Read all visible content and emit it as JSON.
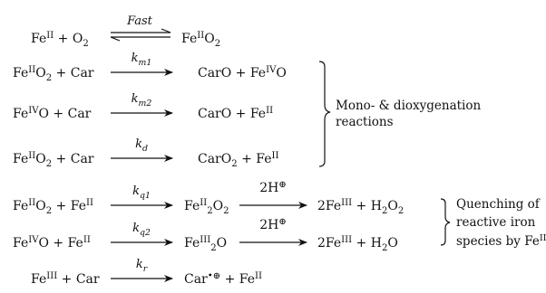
{
  "equations": [
    {
      "id": "r1",
      "left": "Fe^{II} + O_2",
      "label": "Fast",
      "label_italic": true,
      "arrow": "equilibrium",
      "right": "Fe^{II}O_2"
    },
    {
      "id": "r2",
      "left": "Fe^{II}O_2 + Car",
      "label": "k_{m1}",
      "arrow": "forward",
      "right": "CarO + Fe^{IV}O"
    },
    {
      "id": "r3",
      "left": "Fe^{IV}O + Car",
      "label": "k_{m2}",
      "arrow": "forward",
      "right": "CarO + Fe^{II}"
    },
    {
      "id": "r4",
      "left": "Fe^{II}O_2 + Car",
      "label": "k_{d}",
      "arrow": "forward",
      "right": "CarO_2 + Fe^{II}"
    },
    {
      "id": "r5",
      "left": "Fe^{II}O_2 + Fe^{II}",
      "label": "k_{q1}",
      "arrow": "forward",
      "mid": "Fe^{II}_2O_2",
      "label2": "2H^⊕",
      "right": "2Fe^{III} + H_2O_2"
    },
    {
      "id": "r6",
      "left": "Fe^{IV}O + Fe^{II}",
      "label": "k_{q2}",
      "arrow": "forward",
      "mid": "Fe^{III}_2O",
      "label2": "2H^⊕",
      "right": "2Fe^{III} + H_2O"
    },
    {
      "id": "r7",
      "left": "Fe^{III} + Car",
      "label": "k_{r}",
      "arrow": "forward",
      "right": "Car^{•⊕} + Fe^{II}"
    }
  ],
  "groups": [
    {
      "id": "oxygenation",
      "lines": [
        "Mono- & dioxygenation",
        "reactions"
      ]
    },
    {
      "id": "quenching",
      "lines": [
        "Quenching of",
        "reactive iron",
        "species by Fe^{II}"
      ]
    }
  ]
}
